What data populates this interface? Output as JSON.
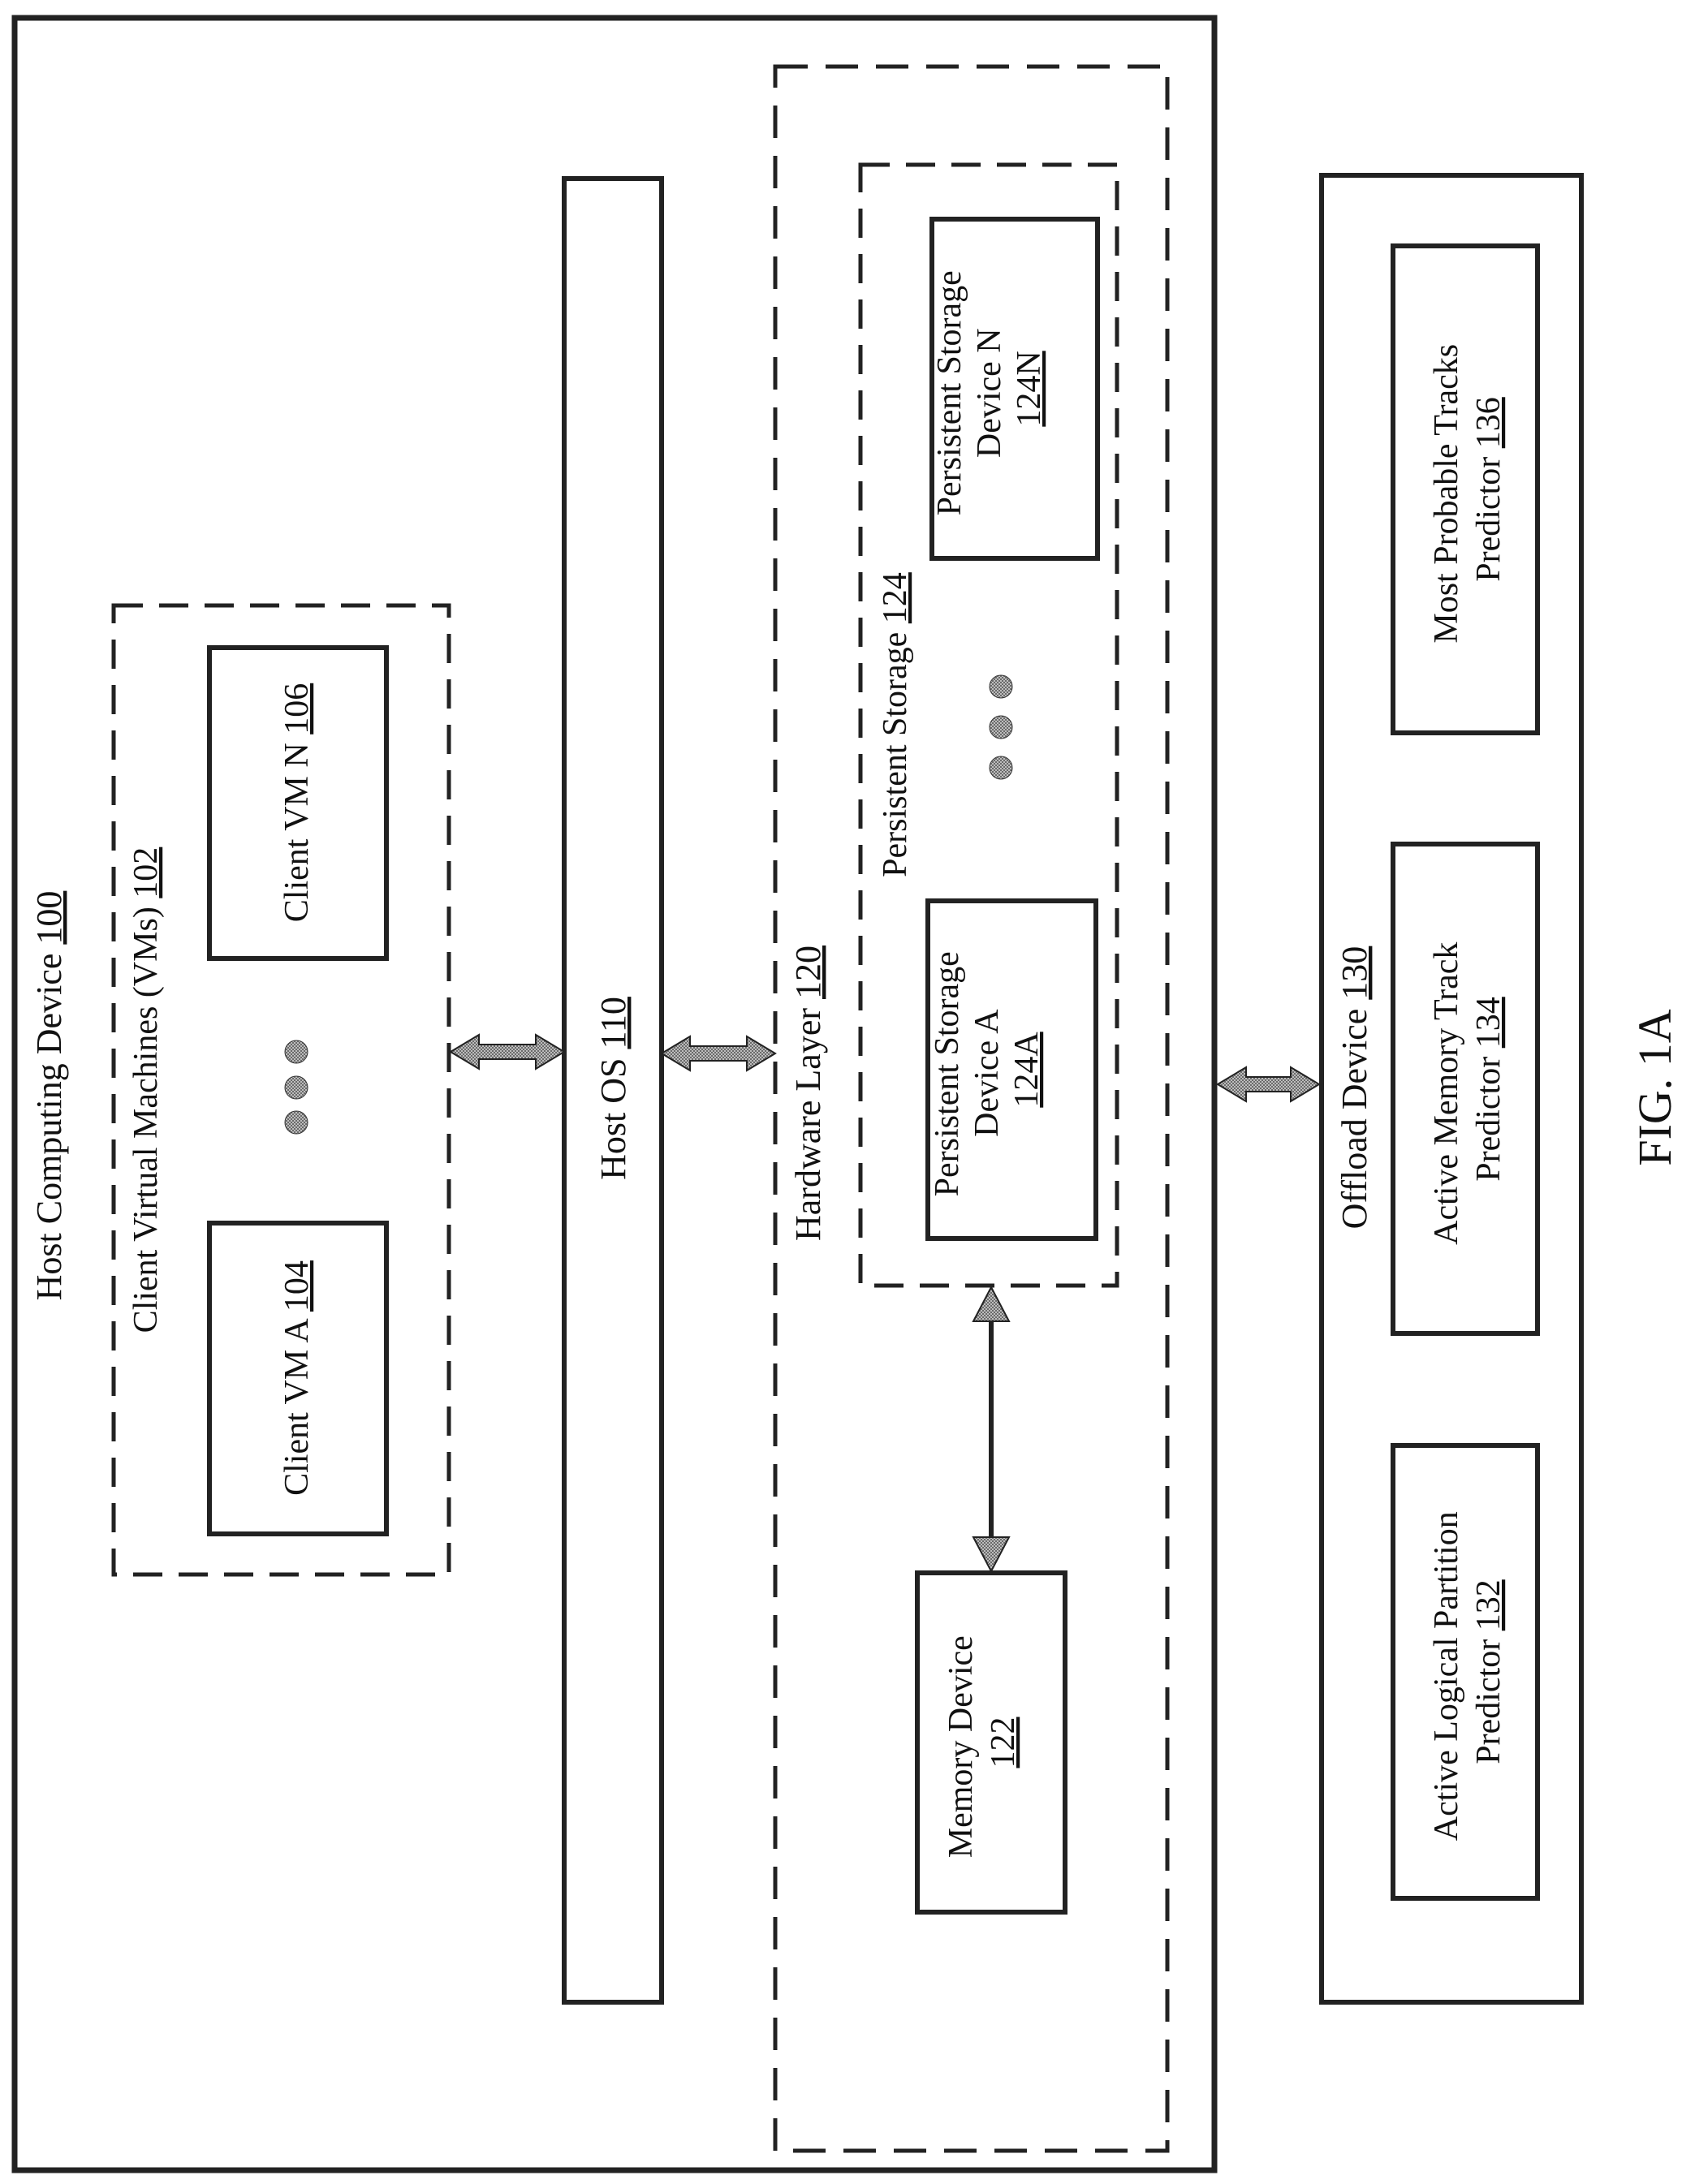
{
  "host": {
    "label": "Host Computing Device ",
    "ref": "100"
  },
  "client_vms": {
    "label": "Client Virtual Machines (VMs) ",
    "ref": "102"
  },
  "client_vm_a": {
    "label": "Client VM A ",
    "ref": "104"
  },
  "client_vm_n": {
    "label": "Client VM N ",
    "ref": "106"
  },
  "host_os": {
    "label": "Host OS ",
    "ref": "110"
  },
  "hardware_layer": {
    "label": "Hardware Layer ",
    "ref": "120"
  },
  "memory_device": {
    "line1": "Memory Device",
    "ref": "122"
  },
  "persistent_storage": {
    "label": "Persistent Storage ",
    "ref": "124"
  },
  "psd_a": {
    "line1": "Persistent Storage",
    "line2": "Device A",
    "ref": "124A"
  },
  "psd_n": {
    "line1": "Persistent Storage",
    "line2": "Device N",
    "ref": "124N"
  },
  "offload_device": {
    "label": "Offload Device ",
    "ref": "130"
  },
  "alp_predictor": {
    "line1": "Active Logical Partition",
    "line2": "Predictor ",
    "ref": "132"
  },
  "amt_predictor": {
    "line1": "Active Memory Track",
    "line2": "Predictor ",
    "ref": "134"
  },
  "mpt_predictor": {
    "line1": "Most Probable Tracks",
    "line2": "Predictor ",
    "ref": "136"
  },
  "figure_label": "FIG. 1A"
}
